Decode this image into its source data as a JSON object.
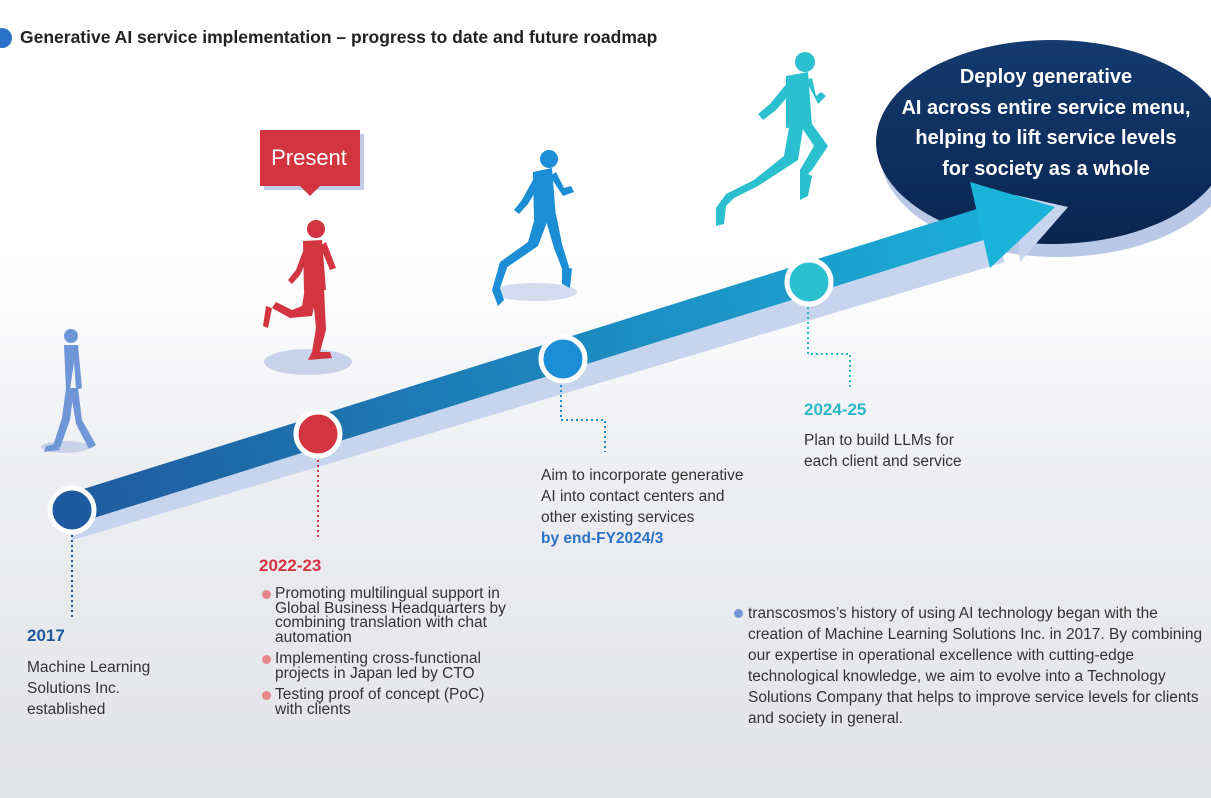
{
  "title": "Generative AI service implementation – progress to date and future roadmap",
  "present_label": "Present",
  "goal": {
    "lines": [
      "Deploy generative",
      "AI across entire service menu,",
      "helping to lift service levels",
      "for society as a whole"
    ]
  },
  "milestones": {
    "m2017": {
      "year": "2017",
      "lines": [
        "Machine Learning",
        "Solutions Inc.",
        "established"
      ],
      "color": "#1f5a9e"
    },
    "m2022": {
      "year": "2022-23",
      "color": "#d23540",
      "items": [
        "Promoting multilingual support in Global Business Headquarters by combining translation with chat automation",
        "Implementing cross-functional projects in Japan led by CTO",
        "Testing proof of concept (PoC) with clients"
      ]
    },
    "m2023": {
      "lines": [
        "Aim to incorporate generative",
        "AI into contact centers and",
        "other existing services"
      ],
      "emphasis": "by end-FY2024/3",
      "color": "#1b8ed6"
    },
    "m2024": {
      "year": "2024-25",
      "lines": [
        "Plan to build LLMs for",
        "each client and service"
      ],
      "color": "#2bb7c6"
    }
  },
  "history_note": "transcosmos’s history of using AI technology began with the creation of Machine Learning Solutions Inc. in 2017. By combining our expertise in operational excellence with cutting-edge technological knowledge, we aim to evolve into a Technology Solutions Company that helps to improve service levels for clients and society in general.",
  "colors": {
    "arrow_start": "#1f5a9e",
    "arrow_end": "#1ab4db",
    "goal_bg": "#0d2d5a",
    "present_bg": "#d23540",
    "walker": "#6f97d8",
    "runner_red": "#d23540",
    "runner_blue": "#1b8ed6",
    "runner_teal": "#2bc0cf"
  },
  "icons": [
    "walking-person-icon",
    "running-person-icon"
  ]
}
